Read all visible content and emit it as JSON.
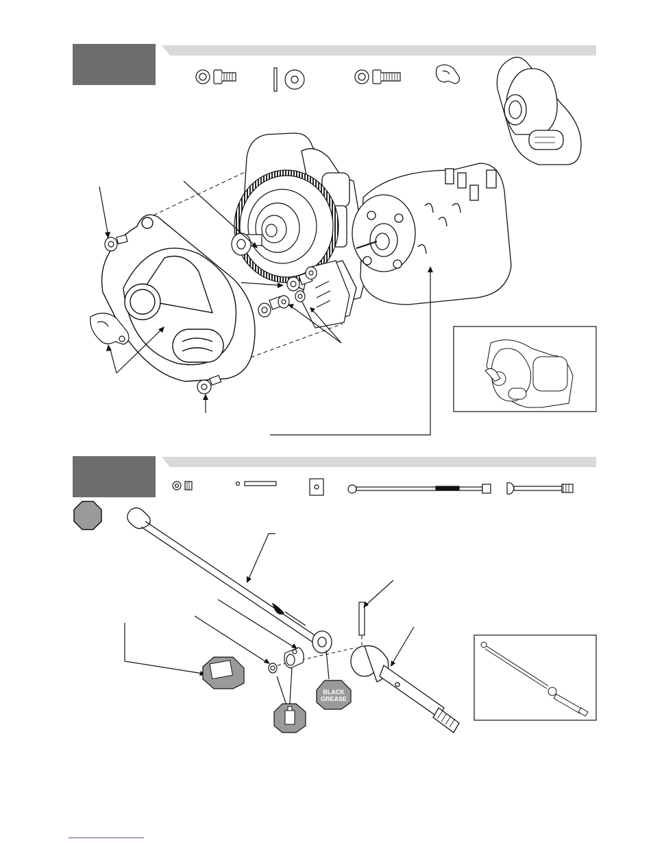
{
  "page": {
    "steps": [
      {
        "id": "motor-gearbox-step",
        "parts_row": [
          "button-head-screw-with-washer-icon",
          "washer-side-and-front-icon",
          "button-head-screw-with-washer-icon",
          "motor-clip-icon",
          "gear-cover-icon"
        ]
      },
      {
        "id": "driveshaft-step",
        "parts_row": [
          "set-screw-icon",
          "pin-icon",
          "square-nut-icon",
          "center-driveshaft-icon",
          "outdrive-icon"
        ]
      }
    ],
    "grease_label": {
      "line1": "BLACK",
      "line2": "GREASE"
    },
    "colors": {
      "step_box": "#6d6d6d",
      "band": "#d9d9d9",
      "octagon": "#9a9a9a",
      "line": "#1a1a1a"
    }
  }
}
